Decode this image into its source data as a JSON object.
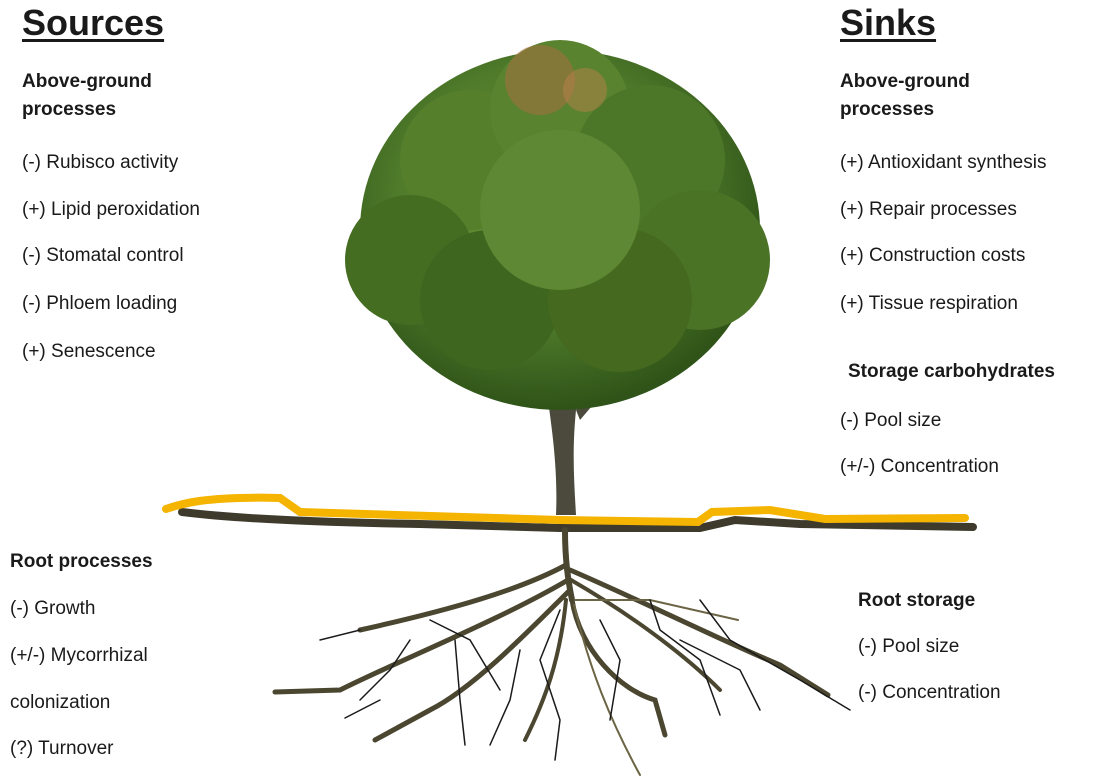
{
  "sources": {
    "heading": "Sources",
    "above_ground": {
      "title_line1": "Above-ground",
      "title_line2": "processes",
      "items": [
        "(-) Rubisco activity",
        "(+) Lipid peroxidation",
        "(-) Stomatal control",
        "(-) Phloem loading",
        "(+) Senescence"
      ]
    },
    "root": {
      "title": "Root processes",
      "items": [
        "(-) Growth",
        "(+/-) Mycorrhizal",
        "colonization",
        "(?) Turnover"
      ]
    }
  },
  "sinks": {
    "heading": "Sinks",
    "above_ground": {
      "title_line1": "Above-ground",
      "title_line2": "processes",
      "items": [
        "(+) Antioxidant synthesis",
        "(+) Repair processes",
        "(+) Construction costs",
        "(+) Tissue respiration"
      ]
    },
    "storage": {
      "title": "Storage carbohydrates",
      "items": [
        "(-) Pool size",
        "(+/-) Concentration"
      ]
    },
    "root_storage": {
      "title": "Root storage",
      "items": [
        "(-) Pool size",
        "(-) Concentration"
      ]
    }
  },
  "colors": {
    "soil_surface": "#f4b400",
    "soil_line": "#3e3a2c",
    "roots": "#4a4630",
    "foliage": "#4e7a2a",
    "trunk": "#4b4a3c"
  }
}
